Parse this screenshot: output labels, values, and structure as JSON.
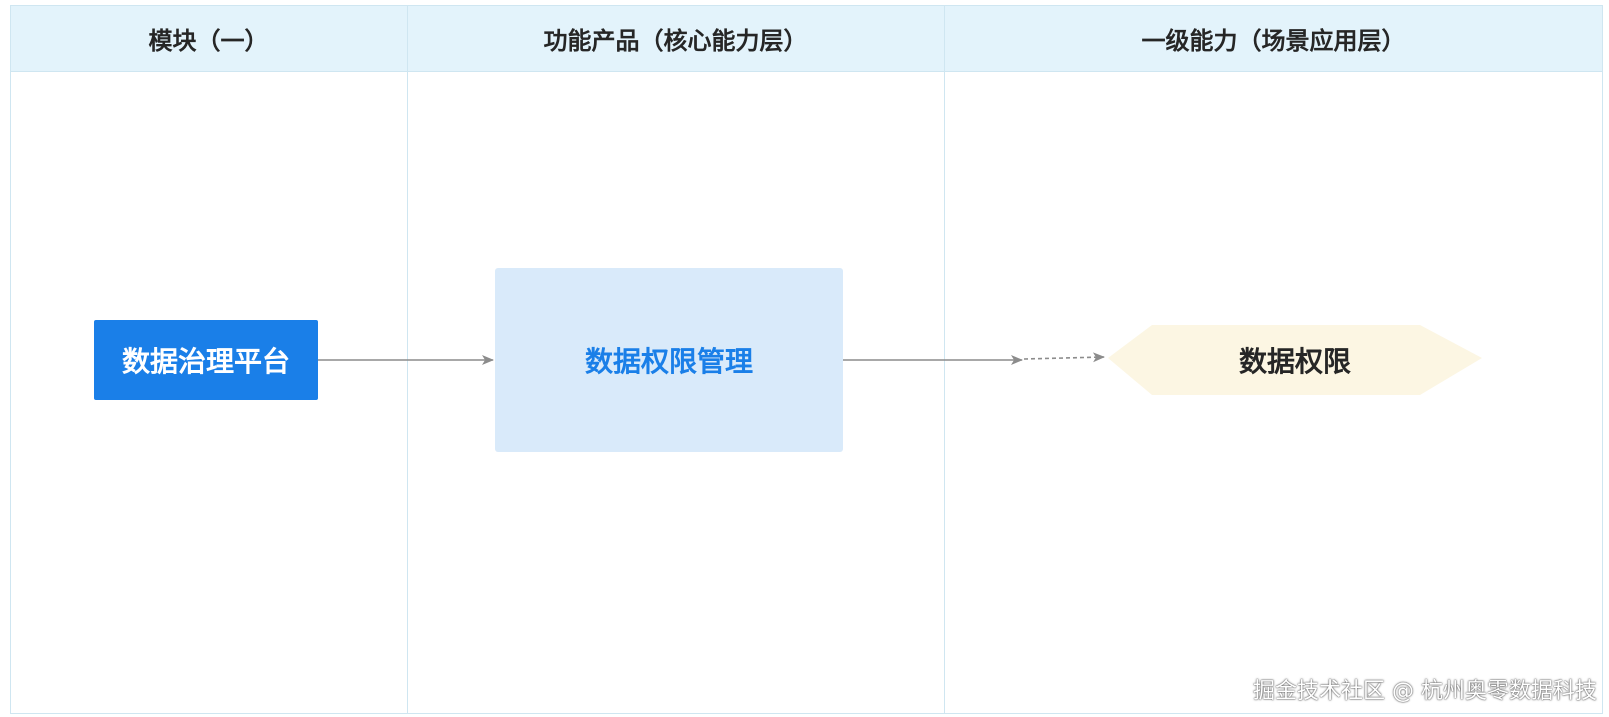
{
  "columns": [
    {
      "title": "模块（一）"
    },
    {
      "title": "功能产品（核心能力层）"
    },
    {
      "title": "一级能力（场景应用层）"
    }
  ],
  "nodes": {
    "platform": "数据治理平台",
    "permission_management": "数据权限管理",
    "data_permission": "数据权限"
  },
  "watermark": "掘金技术社区 @ 杭州奥零数据科技",
  "colors": {
    "header_bg": "#e3f3fb",
    "border": "#cfe6f1",
    "primary_blue": "#1a7fe8",
    "light_blue": "#d9eafa",
    "hexagon_fill": "#fcf6e3",
    "connector": "#8c8c8c"
  }
}
